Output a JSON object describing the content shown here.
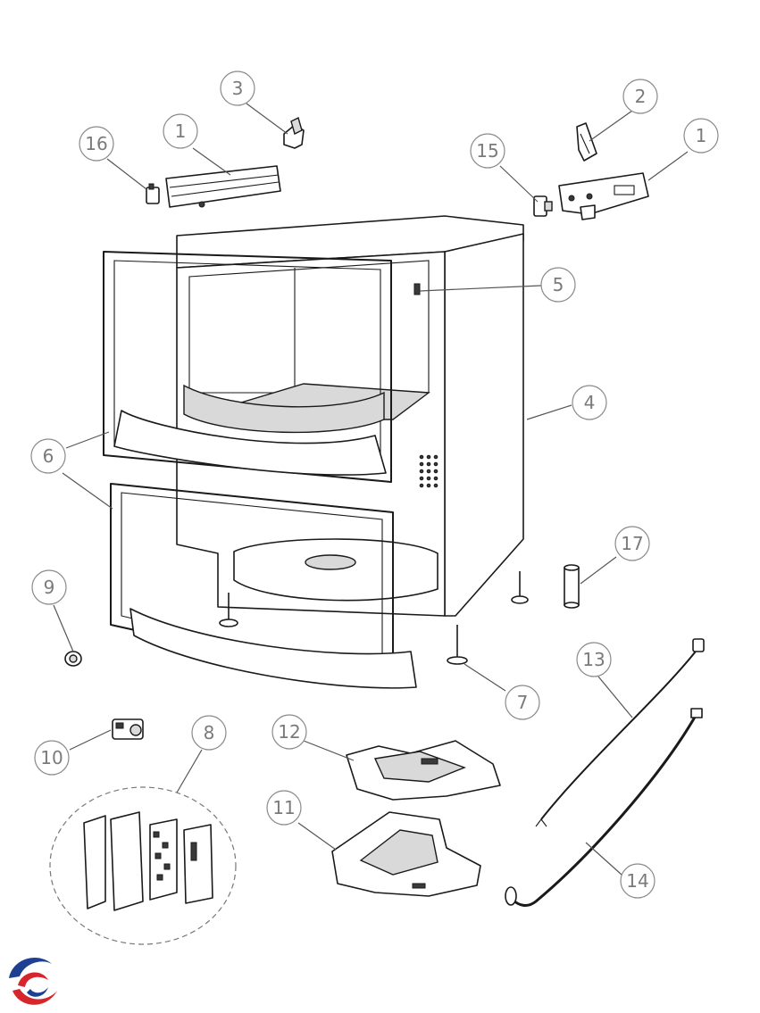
{
  "callouts": [
    {
      "id": "c3",
      "label": "3"
    },
    {
      "id": "c2",
      "label": "2"
    },
    {
      "id": "c16",
      "label": "16"
    },
    {
      "id": "c1a",
      "label": "1"
    },
    {
      "id": "c15",
      "label": "15"
    },
    {
      "id": "c1b",
      "label": "1"
    },
    {
      "id": "c5",
      "label": "5"
    },
    {
      "id": "c4",
      "label": "4"
    },
    {
      "id": "c6",
      "label": "6"
    },
    {
      "id": "c17",
      "label": "17"
    },
    {
      "id": "c9",
      "label": "9"
    },
    {
      "id": "c7",
      "label": "7"
    },
    {
      "id": "c13",
      "label": "13"
    },
    {
      "id": "c8",
      "label": "8"
    },
    {
      "id": "c12",
      "label": "12"
    },
    {
      "id": "c10",
      "label": "10"
    },
    {
      "id": "c11",
      "label": "11"
    },
    {
      "id": "c14",
      "label": "14"
    }
  ],
  "colors": {
    "logo_red": "#d7262b",
    "logo_blue": "#1f3f93",
    "callout_stroke": "#8a8a8a",
    "line": "#1a1a1a"
  },
  "icons": {
    "logo": "brand-logo-icon"
  }
}
